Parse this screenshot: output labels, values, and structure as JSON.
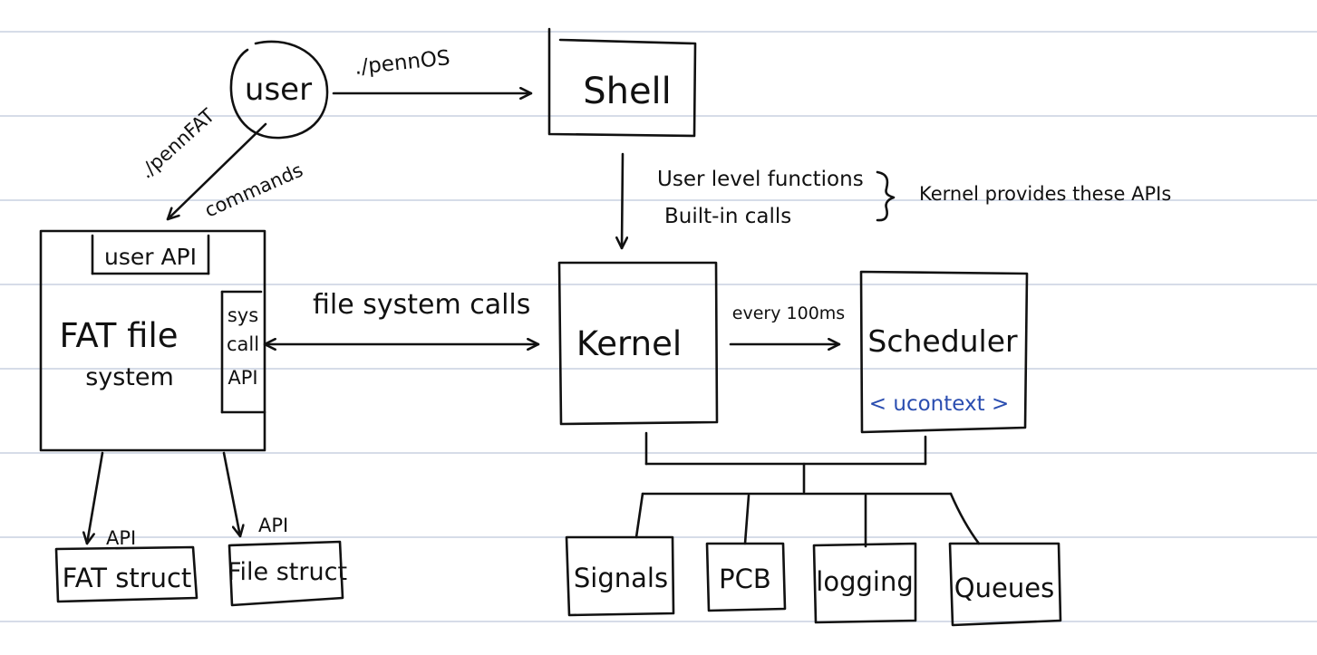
{
  "nodes": {
    "user": "user",
    "shell": "Shell",
    "kernel": "Kernel",
    "scheduler": "Scheduler",
    "ucontext": "< ucontext >",
    "user_api": "user API",
    "fat_fs_line1": "FAT file",
    "fat_fs_line2": "system",
    "syscall_line1": "sys",
    "syscall_line2": "call",
    "syscall_line3": "API",
    "fat_struct": "FAT struct",
    "file_struct": "File struct",
    "signals": "Signals",
    "pcb": "PCB",
    "logging": "logging",
    "queues": "Queues"
  },
  "edges": {
    "user_to_shell": "./pennOS",
    "user_to_fat_line1": "./pennFAT",
    "user_to_fat_line2": "commands",
    "shell_to_kernel_line1": "User level functions",
    "shell_to_kernel_line2": "Built-in calls",
    "shell_to_kernel_note": "Kernel provides these APIs",
    "fat_kernel": "file system calls",
    "kernel_to_scheduler": "every 100ms",
    "fat_to_fatstruct": "API",
    "fat_to_filestruct": "API"
  },
  "colors": {
    "ink": "#111111",
    "accent": "#2a4db0",
    "rule_line": "#c9d1e1"
  }
}
